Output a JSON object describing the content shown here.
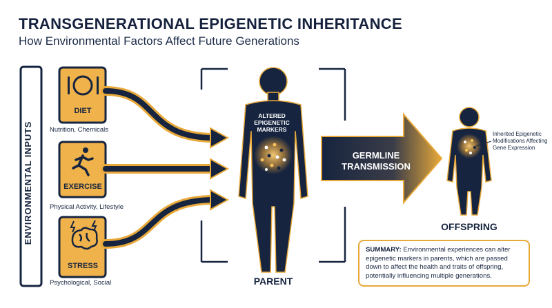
{
  "header": {
    "title": "TRANSGENERATIONAL EPIGENETIC INHERITANCE",
    "subtitle": "How Environmental Factors Affect Future Generations"
  },
  "inputs": {
    "side_label": "ENVIRONMENTAL INPUTS",
    "items": [
      {
        "label": "DIET",
        "caption": "Nutrition, Chemicals",
        "icon": "plate-cutlery-icon"
      },
      {
        "label": "EXERCISE",
        "caption": "Physical Activity, Lifestyle",
        "icon": "running-person-icon"
      },
      {
        "label": "STRESS",
        "caption": "Psychological, Social",
        "icon": "brain-lightning-icon"
      }
    ]
  },
  "parent": {
    "marker_text": "ALTERED EPIGENETIC MARKERS",
    "label": "PARENT"
  },
  "transmission": {
    "label": "GERMLINE TRANSMISSION"
  },
  "offspring": {
    "note": "Inherited Epigenetic Modifications Affecting Gene Expression",
    "label": "OFFSPRING"
  },
  "summary": {
    "lead": "SUMMARY:",
    "text": "Environmental experiences can alter epigenetic markers in parents, which are passed down to affect the health and traits of offspring, potentially influencing multiple generations."
  },
  "colors": {
    "navy": "#16243f",
    "orange": "#e8a93a",
    "box_fill": "#f0b24a"
  }
}
